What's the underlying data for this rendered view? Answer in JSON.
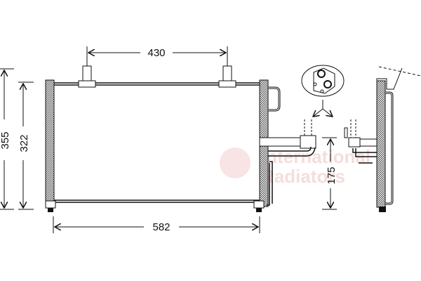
{
  "drawing": {
    "subject": "A/C condenser technical drawing",
    "dimensions": {
      "overall_height": "355",
      "core_height": "322",
      "bracket_spacing": "430",
      "overall_width": "582",
      "port_height": "175"
    },
    "watermark": {
      "line1": "International",
      "line2": "Radiators"
    }
  }
}
